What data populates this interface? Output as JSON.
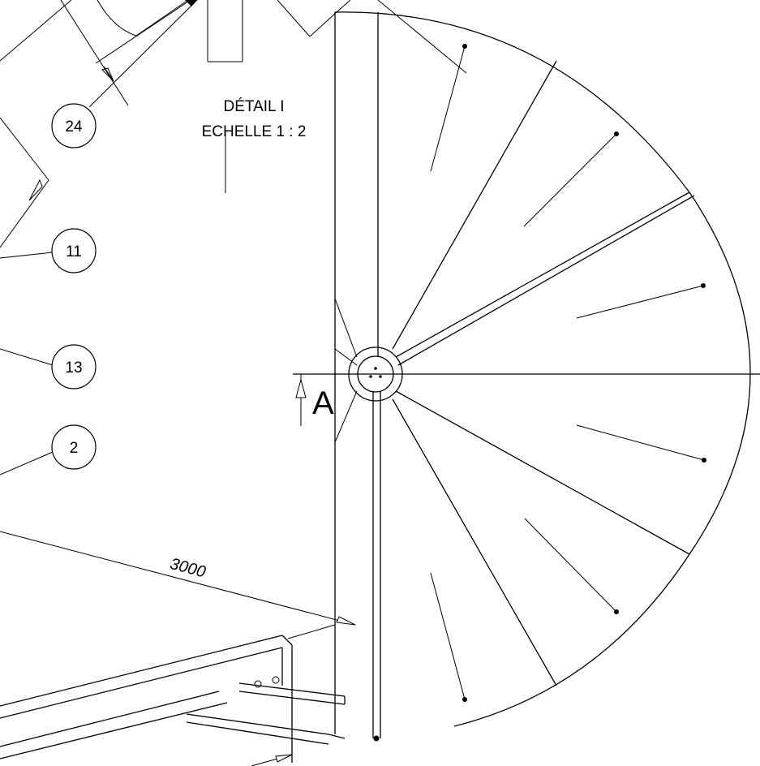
{
  "detail": {
    "title": "DÉTAIL I",
    "scale": "ECHELLE 1 : 2"
  },
  "dimension": {
    "value": "3000"
  },
  "section": {
    "label": "A"
  },
  "balloons": [
    {
      "number": "24"
    },
    {
      "number": "11"
    },
    {
      "number": "13"
    },
    {
      "number": "2"
    }
  ],
  "colors": {
    "line": "#000000",
    "background": "#ffffff"
  }
}
